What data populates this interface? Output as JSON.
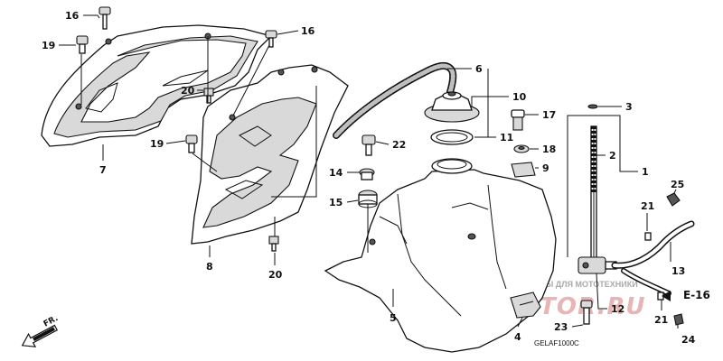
{
  "diagram_code": "GELAF1000C",
  "section_ref": "E-16",
  "front_arrow_label": "FR.",
  "watermark": {
    "line1": "ЗАПЧАСТИ И АКСЕССУАРЫ ДЛЯ МОТОТЕХНИКИ",
    "line2": "PARTSTOR.RU"
  },
  "callouts": [
    "16",
    "19",
    "20",
    "7",
    "16",
    "19",
    "8",
    "20",
    "6",
    "10",
    "11",
    "22",
    "14",
    "15",
    "5",
    "4",
    "23",
    "12",
    "3",
    "17",
    "2",
    "18",
    "9",
    "1",
    "25",
    "21",
    "13",
    "21",
    "24"
  ],
  "colors": {
    "line": "#111111",
    "part_fill": "#ffffff",
    "shade": "#d9d9d9",
    "watermark_red": "#e8b5b5"
  }
}
